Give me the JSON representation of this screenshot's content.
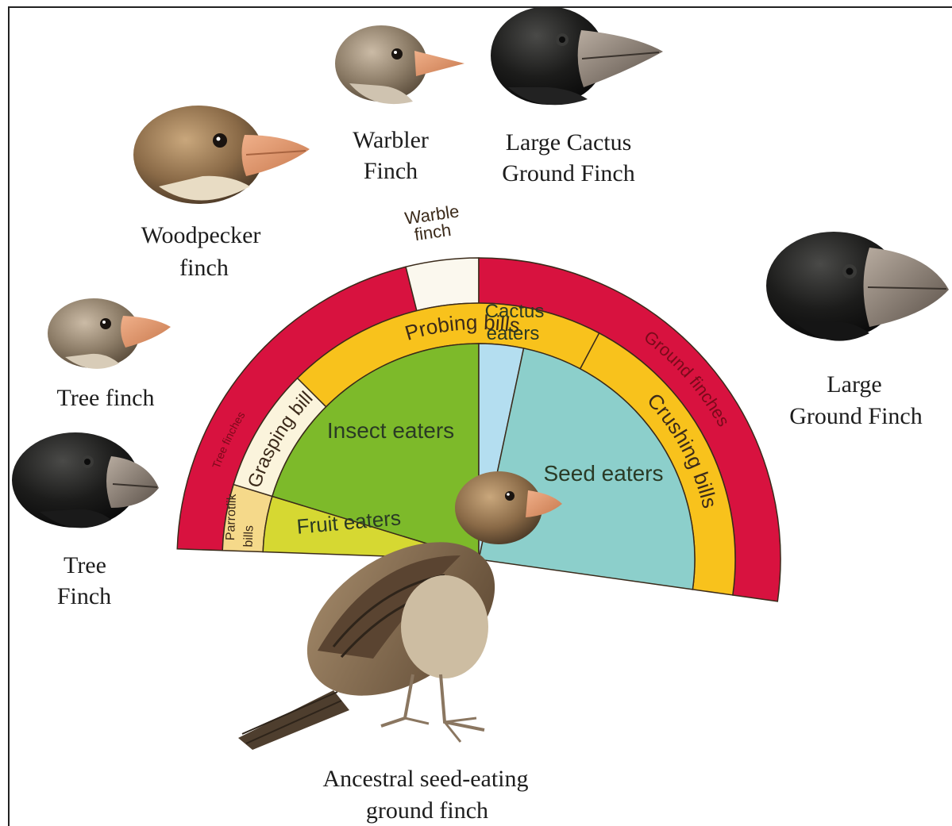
{
  "outer_ring": {
    "tree_finches": "Tree finches",
    "warble_finch": "Warble finch",
    "ground_finches": "Ground finches"
  },
  "middle_ring": {
    "grasping_bill": "Grasping bill",
    "probing_bills": "Probing bills",
    "crushing_bills": "Crushing bills",
    "parrotlik_bills_line1": "Parrotlik",
    "parrotlik_bills_line2": "bills"
  },
  "inner_wedges": {
    "insect_eaters": "Insect eaters",
    "fruit_eaters": "Fruit eaters",
    "cactus_eaters_line1": "Cactus",
    "cactus_eaters_line2": "eaters",
    "seed_eaters": "Seed eaters"
  },
  "birds": {
    "warbler_finch": [
      "Warbler",
      "Finch"
    ],
    "large_cactus_ground_finch": [
      "Large Cactus",
      "Ground Finch"
    ],
    "woodpecker_finch": [
      "Woodpecker",
      "finch"
    ],
    "tree_finch_small": [
      "Tree finch"
    ],
    "tree_finch_large": [
      "Tree",
      "Finch"
    ],
    "large_ground_finch": [
      "Large",
      "Ground Finch"
    ],
    "ancestral": [
      "Ancestral seed-eating",
      "ground finch"
    ]
  },
  "colors": {
    "outer_red": "#d8123f",
    "warble_white": "#fbf8ee",
    "middle_yellow": "#f8c21c",
    "grasping_cream": "#fbf4dc",
    "parrot_tan": "#f5d98a",
    "insect_green": "#7dba2a",
    "fruit_yellowgreen": "#d6d832",
    "cactus_blue": "#b4def0",
    "seed_teal": "#8ccfcb"
  }
}
